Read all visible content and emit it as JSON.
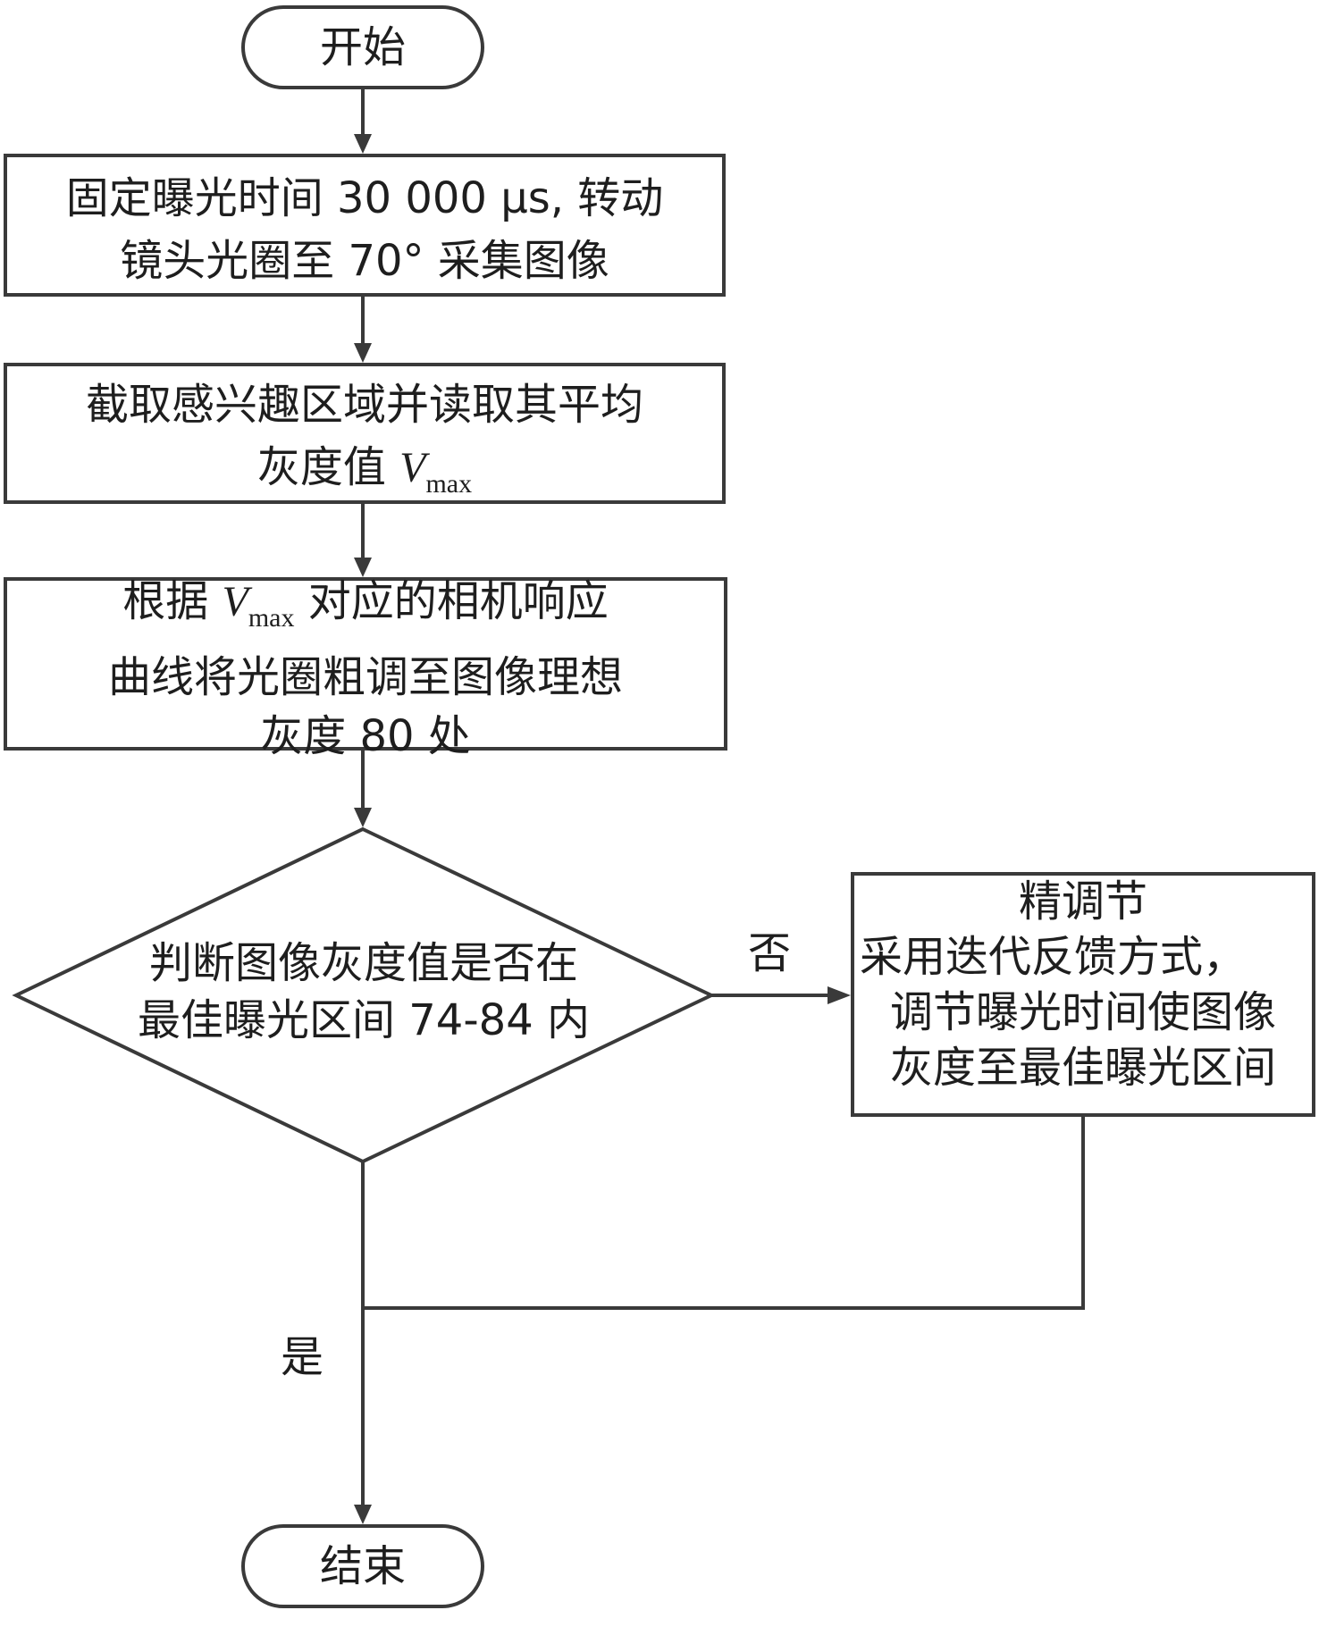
{
  "start": {
    "label": "开始"
  },
  "step1": {
    "lines": [
      "固定曝光时间 30 000 μs, 转动",
      "镜头光圈至 70° 采集图像"
    ]
  },
  "step2": {
    "line1": "截取感兴趣区域并读取其平均",
    "line2_prefix": "灰度值 ",
    "var": "V",
    "sub": "max"
  },
  "step3": {
    "line1_prefix": "根据 ",
    "var": "V",
    "sub": "max",
    "line1_suffix": " 对应的相机响应",
    "line2": "曲线将光圈粗调至图像理想",
    "line3": "灰度 80 处"
  },
  "decision": {
    "lines": [
      "判断图像灰度值是否在",
      "最佳曝光区间 74-84 内"
    ]
  },
  "no_label": "否",
  "yes_label": "是",
  "fine_tune": {
    "title": "精调节",
    "lines": [
      "采用迭代反馈方式，",
      "调节曝光时间使图像",
      "灰度至最佳曝光区间"
    ]
  },
  "end": {
    "label": "结束"
  }
}
